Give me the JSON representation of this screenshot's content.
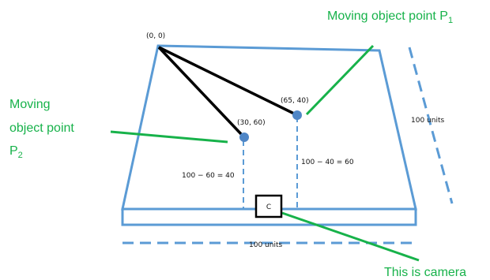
{
  "colors": {
    "table": "#5b9bd5",
    "object_lines": "#000000",
    "callouts": "#17b24a",
    "point_fill": "#4f86c6",
    "camera_box": "#000000"
  },
  "labels": {
    "origin": "(0, 0)",
    "point_p1_coord": "(65, 40)",
    "point_p2_coord": "(30, 60)",
    "p1_distance": "100 − 40 = 60",
    "p2_distance": "100 − 60 = 40",
    "width_units": "100 units",
    "depth_units": "100 units",
    "camera_letter": "C"
  },
  "callouts": {
    "p1": "Moving object point P",
    "p1_sub": "1",
    "p2_line1": "Moving",
    "p2_line2": "object point",
    "p2_line3": "P",
    "p2_sub": "2",
    "camera": "This is camera"
  }
}
